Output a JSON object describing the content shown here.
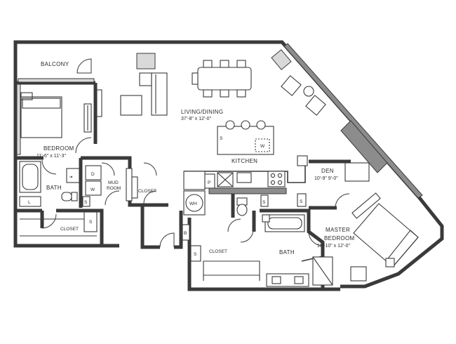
{
  "rooms": {
    "balcony": {
      "name": "BALCONY"
    },
    "bedroom": {
      "name": "BEDROOM",
      "dims": "11'-6\" x 11'-3\""
    },
    "bath_left": {
      "name": "BATH"
    },
    "closet_left": {
      "name": "CLOSET"
    },
    "mud_room": {
      "name_line1": "MUD",
      "name_line2": "ROOM"
    },
    "closet_mud": {
      "name": "CLOSET"
    },
    "living_dining": {
      "name": "LIVING/DINING",
      "dims": "37'-8\" x 12'-0\""
    },
    "kitchen": {
      "name": "KITCHEN"
    },
    "den": {
      "name": "DEN",
      "dims": "10'-9\"  9'-0\""
    },
    "master_bedroom": {
      "name_line1": "MASTER",
      "name_line2": "BEDROOM",
      "dims": "16'-10\" x 12'-0\""
    },
    "bath_master": {
      "name": "BATH"
    },
    "closet_master": {
      "name": "CLOSET"
    }
  },
  "fixtures": {
    "shelf": "S",
    "dryer": "D",
    "washer": "W",
    "linen": "L",
    "water_heater": "WH",
    "pantry": "P",
    "bench": "B"
  }
}
